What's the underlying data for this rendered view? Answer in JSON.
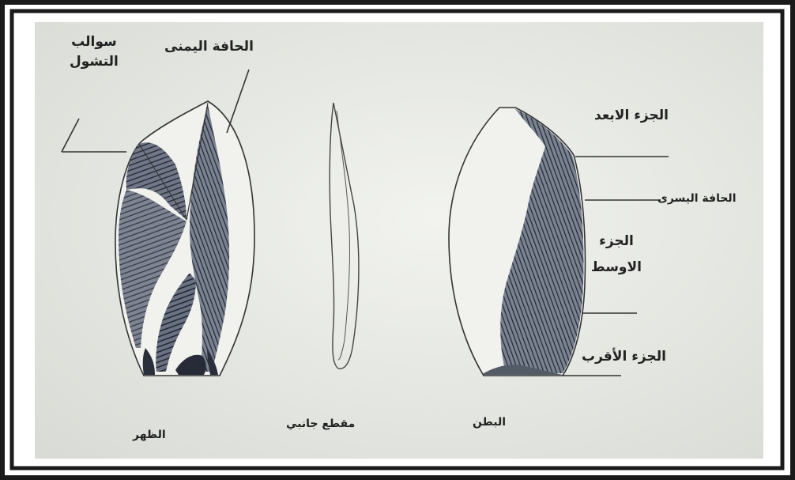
{
  "labels": {
    "dorsal_ridges": [
      "سوالب",
      "التشول"
    ],
    "right_edge": "الحافة اليمنى",
    "distal_part": "الجزء الابعد",
    "left_edge": "الحافة اليسرى",
    "middle_part": [
      "الجزء",
      "الاوسط"
    ],
    "proximal_part": "الجزء الأقرب",
    "dorsal_face": "الظهر",
    "side_section": "مقطع جانبي",
    "ventral_face": "البطن"
  },
  "colors": {
    "frame": "#1a1a1a",
    "paper": "#e9ebe6",
    "ink": "#2c3240",
    "outline": "#3a3a3a"
  }
}
